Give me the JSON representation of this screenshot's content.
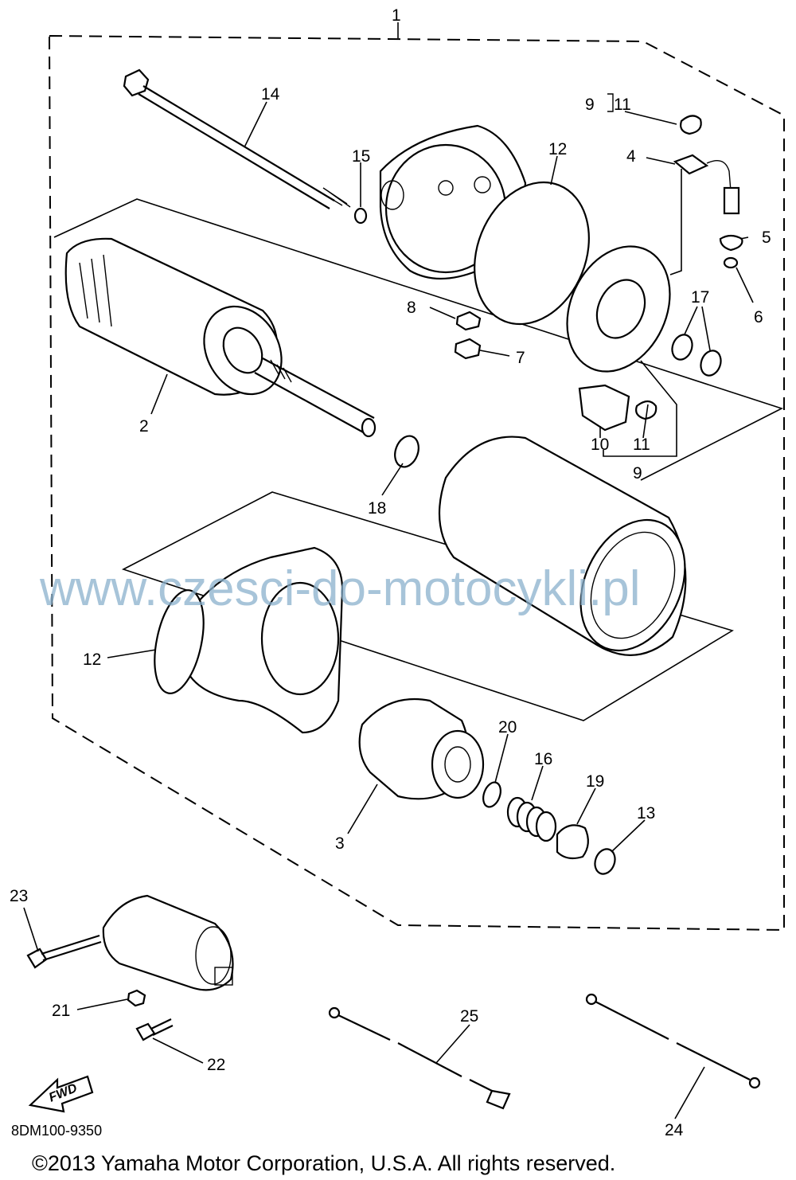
{
  "diagram": {
    "part_numbers": {
      "p1": "1",
      "p2": "2",
      "p3": "3",
      "p4": "4",
      "p5": "5",
      "p6": "6",
      "p7": "7",
      "p8": "8",
      "p9": "9",
      "p9b": "9",
      "p10": "10",
      "p11": "11",
      "p11b": "11",
      "p12": "12",
      "p12b": "12",
      "p13": "13",
      "p14": "14",
      "p15": "15",
      "p16": "16",
      "p17": "17",
      "p18": "18",
      "p19": "19",
      "p20": "20",
      "p21": "21",
      "p22": "22",
      "p23": "23",
      "p24": "24",
      "p25": "25"
    },
    "fwd_label": "FWD",
    "code": "8DM100-9350",
    "watermark": "www.czesci-do-motocykli.pl",
    "copyright": "©2013 Yamaha Motor Corporation, U.S.A. All rights reserved."
  }
}
